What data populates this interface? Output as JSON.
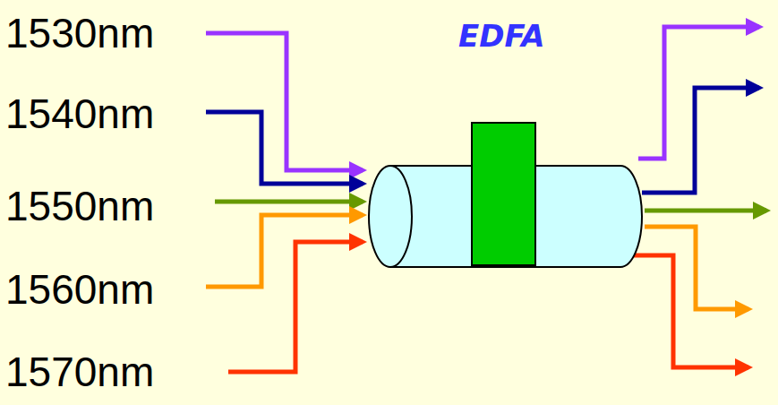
{
  "diagram": {
    "nodes": [
      {
        "text": [
          "EDFA"
        ]
      }
    ],
    "labels": [
      "1530nm",
      "1540nm",
      "1550nm",
      "1560nm",
      "1570nm"
    ]
  }
}
